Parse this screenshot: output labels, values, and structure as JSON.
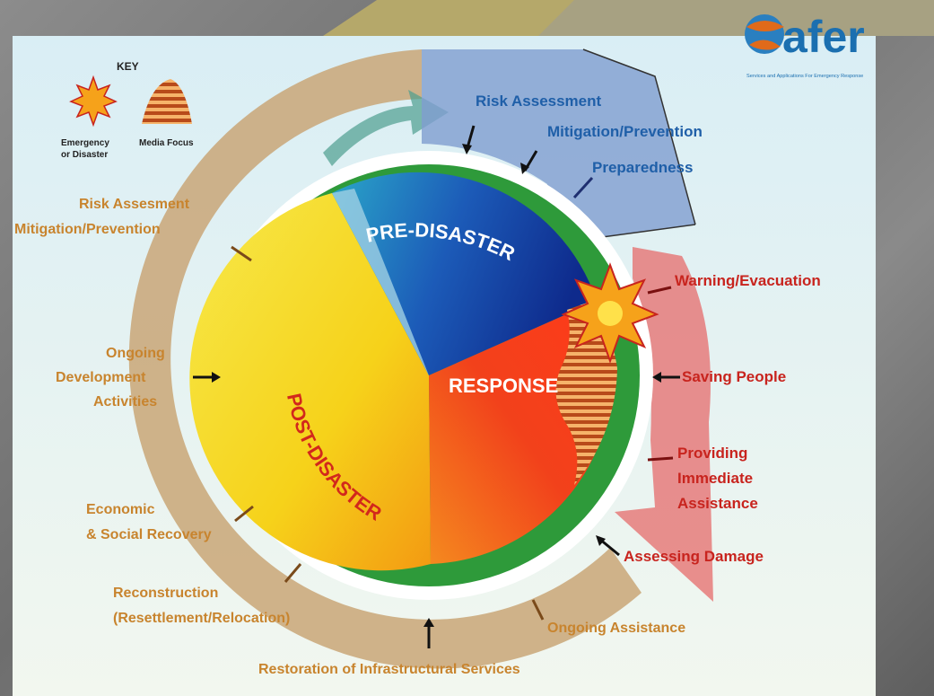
{
  "logo": {
    "text": "afer",
    "tagline": "Services and Applications For Emergency Response",
    "color": "#1b6fb0",
    "globe_colors": [
      "#e06a1a",
      "#2a7fc0"
    ]
  },
  "key": {
    "title": "KEY",
    "items": [
      {
        "label_line1": "Emergency",
        "label_line2": "or Disaster",
        "icon": "starburst-icon"
      },
      {
        "label_line1": "Media Focus",
        "label_line2": "",
        "icon": "striped-mound-icon"
      }
    ]
  },
  "sectors": {
    "pre_disaster": "PRE-DISASTER",
    "response": "RESPONSE",
    "post_disaster": "POST-DISASTER"
  },
  "pre_disaster_activities": [
    "Risk Assessment",
    "Mitigation/Prevention",
    "Preparedness"
  ],
  "response_activities": [
    "Warning/Evacuation",
    "Saving People",
    "Providing",
    "Immediate",
    "Assistance",
    "Assessing Damage"
  ],
  "post_disaster_activities": {
    "risk": [
      "Risk Assesment",
      "Mitigation/Prevention"
    ],
    "ongoing_dev": [
      "Ongoing",
      "Development",
      "Activities"
    ],
    "economic": [
      "Economic",
      "& Social Recovery"
    ],
    "reconstruction": [
      "Reconstruction",
      "(Resettlement/Relocation)"
    ],
    "restoration": "Restoration of Infrastructural Services",
    "ongoing_assistance": "Ongoing Assistance"
  },
  "colors": {
    "pre_label": "#1f5fa8",
    "response_label": "#c8241e",
    "post_label": "#c8842e",
    "ring": "#2e9a3a",
    "slide_bg": "#e3f0f5"
  }
}
